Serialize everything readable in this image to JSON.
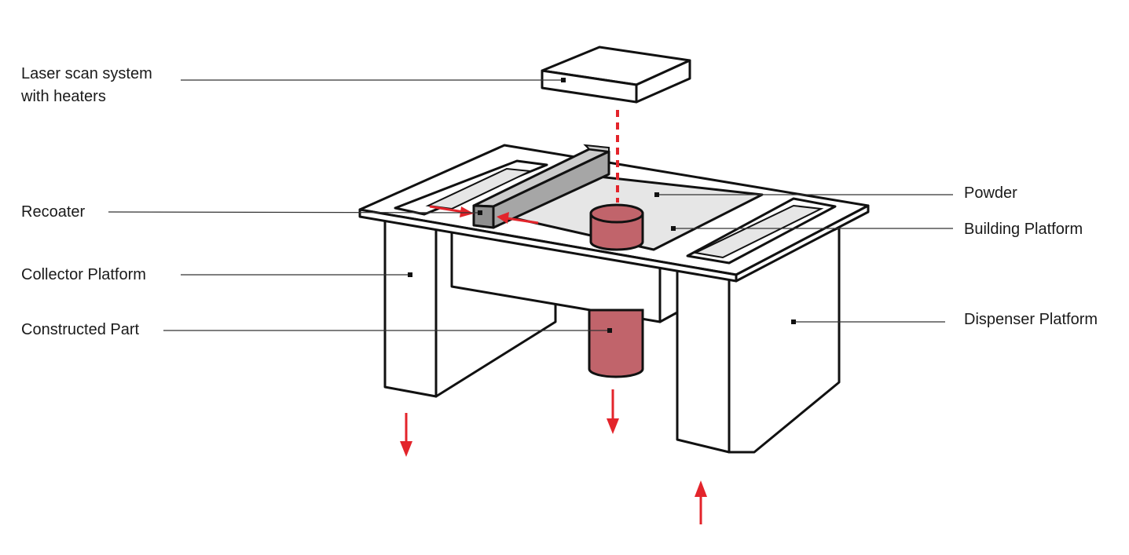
{
  "labels": {
    "laser_line1": "Laser scan system",
    "laser_line2": "with heaters",
    "recoater": "Recoater",
    "collector_platform": "Collector Platform",
    "constructed_part": "Constructed Part",
    "powder": "Powder",
    "building_platform": "Building Platform",
    "dispenser_platform": "Dispenser Platform"
  },
  "colors": {
    "outline": "#111111",
    "part": "#c1646b",
    "powder": "#e6e6e6",
    "recoater": "#b3b3b3",
    "laser_beam": "#e3242b",
    "motion_arrow": "#e3242b"
  }
}
